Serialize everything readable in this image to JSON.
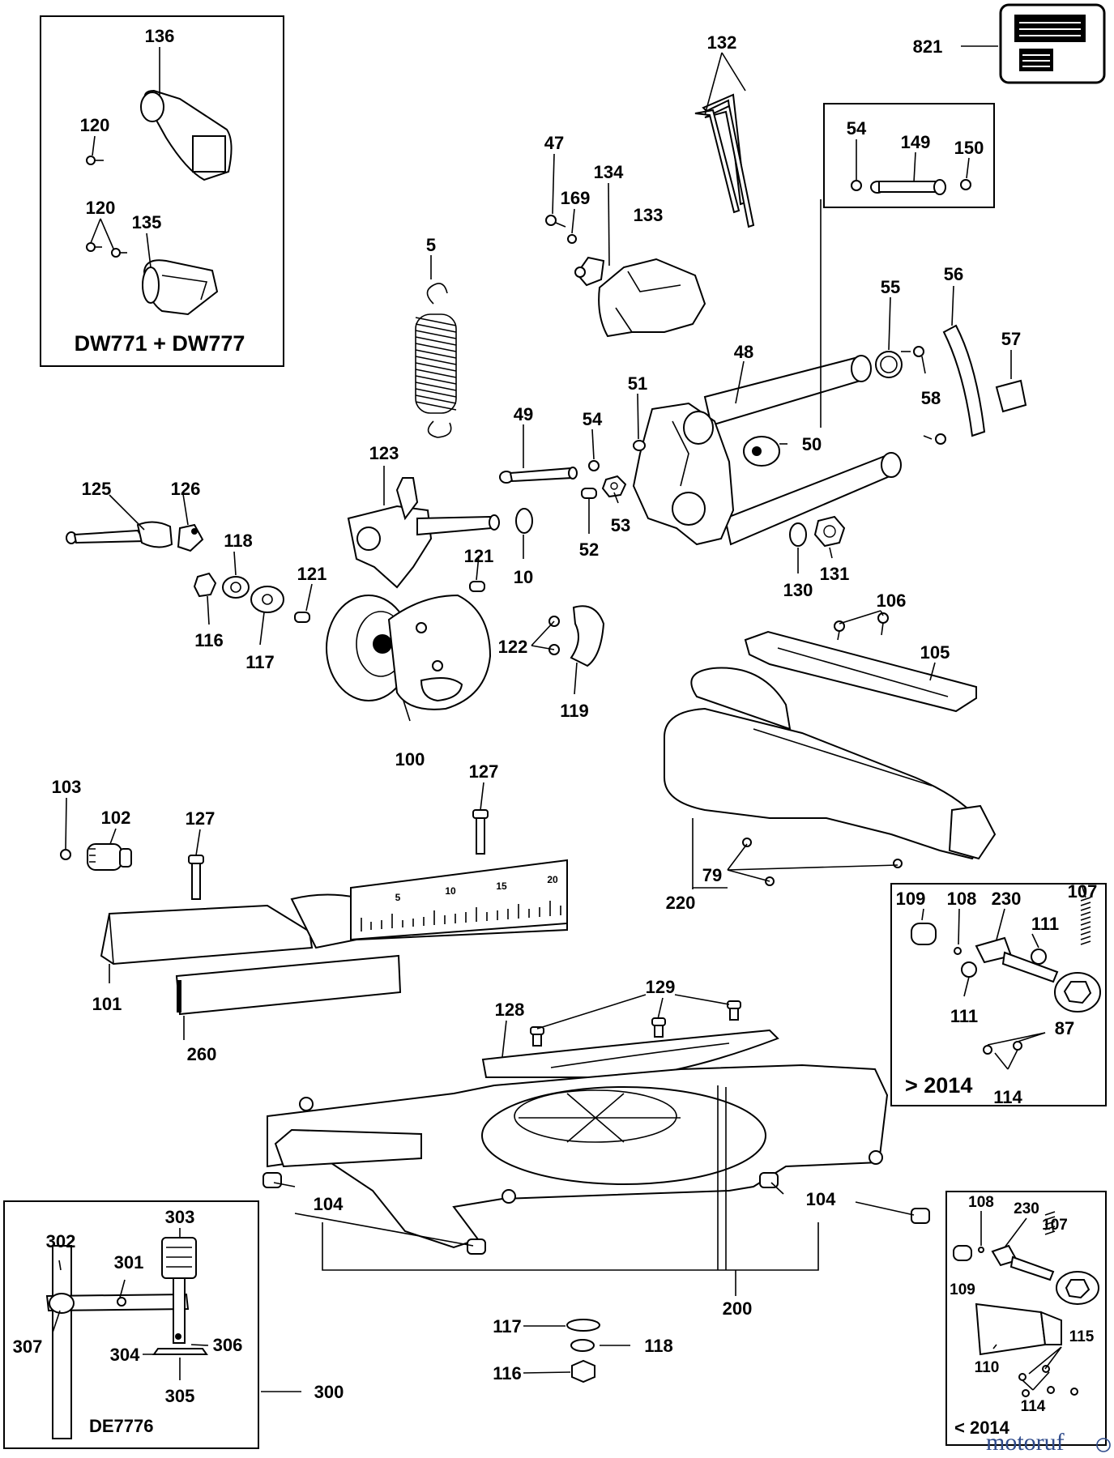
{
  "diagram": {
    "callouts": [
      {
        "id": "c136",
        "text": "136"
      },
      {
        "id": "c120a",
        "text": "120"
      },
      {
        "id": "c120b",
        "text": "120"
      },
      {
        "id": "c135",
        "text": "135"
      },
      {
        "id": "c132",
        "text": "132"
      },
      {
        "id": "c821",
        "text": "821"
      },
      {
        "id": "c47",
        "text": "47"
      },
      {
        "id": "c169",
        "text": "169"
      },
      {
        "id": "c134",
        "text": "134"
      },
      {
        "id": "c133",
        "text": "133"
      },
      {
        "id": "c54a",
        "text": "54"
      },
      {
        "id": "c149",
        "text": "149"
      },
      {
        "id": "c150",
        "text": "150"
      },
      {
        "id": "c5",
        "text": "5"
      },
      {
        "id": "c55",
        "text": "55"
      },
      {
        "id": "c56",
        "text": "56"
      },
      {
        "id": "c57",
        "text": "57"
      },
      {
        "id": "c48",
        "text": "48"
      },
      {
        "id": "c58",
        "text": "58"
      },
      {
        "id": "c51",
        "text": "51"
      },
      {
        "id": "c49",
        "text": "49"
      },
      {
        "id": "c54b",
        "text": "54"
      },
      {
        "id": "c50",
        "text": "50"
      },
      {
        "id": "c123",
        "text": "123"
      },
      {
        "id": "c125",
        "text": "125"
      },
      {
        "id": "c126",
        "text": "126"
      },
      {
        "id": "c118a",
        "text": "118"
      },
      {
        "id": "c121a",
        "text": "121"
      },
      {
        "id": "c121b",
        "text": "121"
      },
      {
        "id": "c53",
        "text": "53"
      },
      {
        "id": "c52",
        "text": "52"
      },
      {
        "id": "c10",
        "text": "10"
      },
      {
        "id": "c130",
        "text": "130"
      },
      {
        "id": "c131",
        "text": "131"
      },
      {
        "id": "c116a",
        "text": "116"
      },
      {
        "id": "c117a",
        "text": "117"
      },
      {
        "id": "c122",
        "text": "122"
      },
      {
        "id": "c119",
        "text": "119"
      },
      {
        "id": "c106",
        "text": "106"
      },
      {
        "id": "c105",
        "text": "105"
      },
      {
        "id": "c100",
        "text": "100"
      },
      {
        "id": "c103",
        "text": "103"
      },
      {
        "id": "c102",
        "text": "102"
      },
      {
        "id": "c127a",
        "text": "127"
      },
      {
        "id": "c127b",
        "text": "127"
      },
      {
        "id": "c79",
        "text": "79"
      },
      {
        "id": "c220",
        "text": "220"
      },
      {
        "id": "c101",
        "text": "101"
      },
      {
        "id": "c260",
        "text": "260"
      },
      {
        "id": "c128",
        "text": "128"
      },
      {
        "id": "c129",
        "text": "129"
      },
      {
        "id": "c104a",
        "text": "104"
      },
      {
        "id": "c104b",
        "text": "104"
      },
      {
        "id": "c200",
        "text": "200"
      },
      {
        "id": "c117b",
        "text": "117"
      },
      {
        "id": "c118b",
        "text": "118"
      },
      {
        "id": "c116b",
        "text": "116"
      },
      {
        "id": "c300",
        "text": "300"
      },
      {
        "id": "c302",
        "text": "302"
      },
      {
        "id": "c301",
        "text": "301"
      },
      {
        "id": "c303",
        "text": "303"
      },
      {
        "id": "c307",
        "text": "307"
      },
      {
        "id": "c304",
        "text": "304"
      },
      {
        "id": "c306",
        "text": "306"
      },
      {
        "id": "c305",
        "text": "305"
      },
      {
        "id": "n109",
        "text": "109"
      },
      {
        "id": "n108",
        "text": "108"
      },
      {
        "id": "n230",
        "text": "230"
      },
      {
        "id": "n107",
        "text": "107"
      },
      {
        "id": "n111a",
        "text": "111"
      },
      {
        "id": "n111b",
        "text": "111"
      },
      {
        "id": "n87",
        "text": "87"
      },
      {
        "id": "n114",
        "text": "114"
      },
      {
        "id": "o108",
        "text": "108"
      },
      {
        "id": "o230",
        "text": "230"
      },
      {
        "id": "o107",
        "text": "107"
      },
      {
        "id": "o109",
        "text": "109"
      },
      {
        "id": "o115",
        "text": "115"
      },
      {
        "id": "o110",
        "text": "110"
      },
      {
        "id": "o114",
        "text": "114"
      }
    ],
    "inset_dw": {
      "caption": "DW771 + DW777"
    },
    "inset_new": {
      "caption": "> 2014"
    },
    "inset_old": {
      "caption": "< 2014"
    },
    "inset_clamp": {
      "caption": "DE7776"
    },
    "scale_marks": [
      "5",
      "10",
      "15",
      "20"
    ],
    "watermark": "motoruf"
  }
}
